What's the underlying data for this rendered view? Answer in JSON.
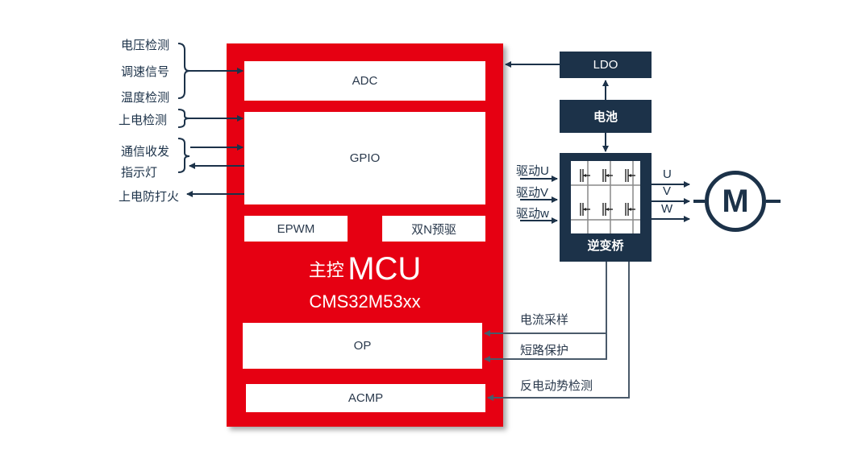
{
  "inputs_left": {
    "group1": [
      "电压检测",
      "调速信号",
      "温度检测"
    ],
    "power_detect": "上电检测",
    "comm": "通信收发",
    "indicator": "指示灯",
    "anti_fire": "上电防打火"
  },
  "mcu": {
    "title_prefix": "主控",
    "title_main": "MCU",
    "model": "CMS32M53xx",
    "blocks": {
      "adc": "ADC",
      "gpio": "GPIO",
      "epwm": "EPWM",
      "predriver": "双N预驱",
      "op": "OP",
      "acmp": "ACMP"
    }
  },
  "power": {
    "ldo": "LDO",
    "battery": "电池"
  },
  "inverter": {
    "label": "逆变桥",
    "drives": [
      "驱动U",
      "驱动V",
      "驱动w"
    ],
    "phases": [
      "U",
      "V",
      "W"
    ]
  },
  "motor": {
    "label": "M"
  },
  "feedback": {
    "current_sampling": "电流采样",
    "short_protection": "短路保护",
    "bemf_detect": "反电动势检测"
  },
  "colors": {
    "mcu_red": "#e60012",
    "navy": "#1c3249",
    "feedback_line": "#4a5a6a"
  }
}
